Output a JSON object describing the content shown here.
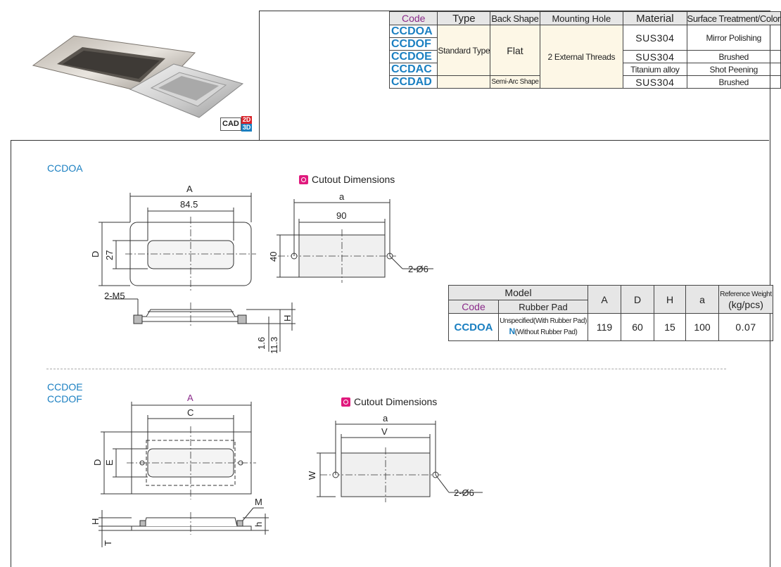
{
  "spec_table": {
    "headers": [
      "Code",
      "Type",
      "Back Shape",
      "Mounting Hole",
      "Material",
      "Surface Treatment/Color"
    ],
    "codes": [
      "CCDOA",
      "CCDOF",
      "CCDOE",
      "CCDAC",
      "CCDAD"
    ],
    "type": "Standard Type",
    "back_shape_flat": "Flat",
    "back_shape_arc": "Semi-Arc Shape",
    "mounting_hole": "2 External Threads",
    "materials": [
      "SUS304",
      "SUS304",
      "Titanium alloy",
      "SUS304"
    ],
    "surfaces": [
      "Mirror Polishing",
      "Brushed",
      "Shot Peening",
      "Brushed"
    ]
  },
  "cad_badge": {
    "label": "CAD",
    "top": "2D",
    "bottom": "3D"
  },
  "section1": {
    "title": "CCDOA",
    "cutout_title": "Cutout Dimensions",
    "dims": {
      "A": "A",
      "w845": "84.5",
      "D": "D",
      "h27": "27",
      "m5": "2-M5",
      "H": "H",
      "t16": "1.6",
      "t113": "11.3",
      "a": "a",
      "w90": "90",
      "h40": "40",
      "holes": "2-Ø6"
    }
  },
  "model_table": {
    "model": "Model",
    "code": "Code",
    "rubber_pad": "Rubber Pad",
    "cols": [
      "A",
      "D",
      "H",
      "a"
    ],
    "weight": "Reference Weight",
    "weight_unit": "(kg/pcs)",
    "row_code": "CCDOA",
    "pad_line1": "Unspecified(With Rubber Pad)",
    "pad_n": "N",
    "pad_line2": "(Without Rubber Pad)",
    "values": [
      "119",
      "60",
      "15",
      "100"
    ],
    "weight_value": "0.07"
  },
  "section2": {
    "title1": "CCDOE",
    "title2": "CCDOF",
    "cutout_title": "Cutout Dimensions",
    "dims": {
      "A": "A",
      "C": "C",
      "D": "D",
      "E": "E",
      "M": "M",
      "H": "H",
      "T": "T",
      "h": "h",
      "a": "a",
      "V": "V",
      "W": "W",
      "holes": "2-Ø6"
    }
  },
  "colors": {
    "code_blue": "#1a7fc1",
    "code_purple": "#8a2a8a",
    "accent_pink": "#e0197d",
    "red": "#d8232a"
  }
}
